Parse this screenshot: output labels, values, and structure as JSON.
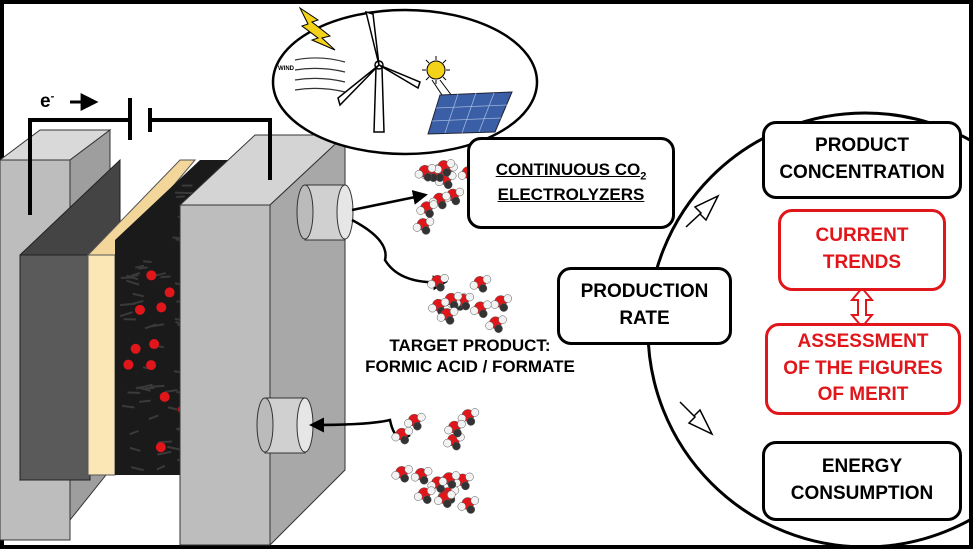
{
  "electron_label": "e",
  "electron_superscript": "-",
  "wind_label": "WIND",
  "electrolyzer_label": {
    "line1_prefix": "CONTINUOUS CO",
    "line1_sub": "2",
    "line2": "ELECTROLYZERS"
  },
  "target_product": {
    "line1": "TARGET PRODUCT:",
    "line2": "FORMIC ACID / FORMATE"
  },
  "cycle": {
    "product_concentration": [
      "PRODUCT",
      "CONCENTRATION"
    ],
    "production_rate": [
      "PRODUCTION",
      "RATE"
    ],
    "energy_consumption": [
      "ENERGY",
      "CONSUMPTION"
    ],
    "current_trends": [
      "CURRENT",
      "TRENDS"
    ],
    "assessment": [
      "ASSESSMENT",
      "OF THE FIGURES",
      "OF MERIT"
    ]
  },
  "colors": {
    "accent_red": "#e0161b",
    "electrode_gray": "#bdbdbd",
    "dark_plate": "#5a5a5a",
    "membrane": "#fbe7b5",
    "solar_blue": "#3a5fa6",
    "sun_yellow": "#f4d21a"
  }
}
